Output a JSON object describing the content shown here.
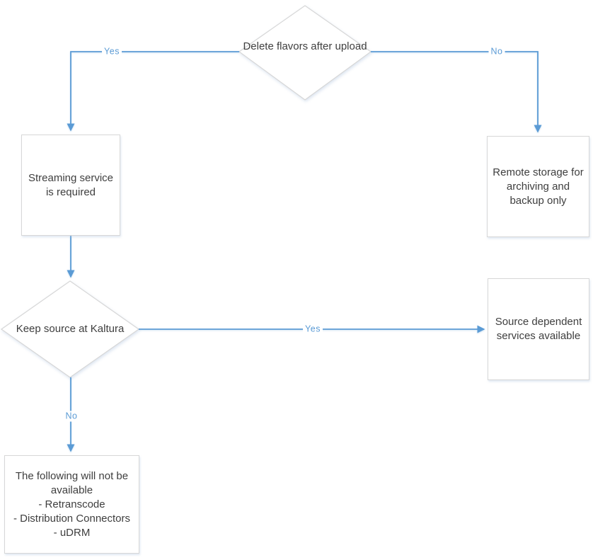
{
  "diagram": {
    "nodes": {
      "decision_delete_flavors": {
        "label": "Delete flavors after upload"
      },
      "box_streaming": {
        "label": "Streaming service is required"
      },
      "box_remote_storage": {
        "label": "Remote storage for archiving and backup only"
      },
      "decision_keep_source": {
        "label": "Keep source at Kaltura"
      },
      "box_source_dependent": {
        "label": "Source dependent services available"
      },
      "box_not_available": {
        "title": "The following will not be available",
        "items": [
          "- Retranscode",
          "- Distribution Connectors",
          "- uDRM"
        ]
      }
    },
    "edge_labels": {
      "delete_yes": "Yes",
      "delete_no": "No",
      "keep_yes": "Yes",
      "keep_no": "No"
    }
  },
  "colors": {
    "connector": "#5b9bd5",
    "shape-border": "#d7d7d7",
    "shape-fill": "#ffffff",
    "text": "#3e3e3e"
  }
}
